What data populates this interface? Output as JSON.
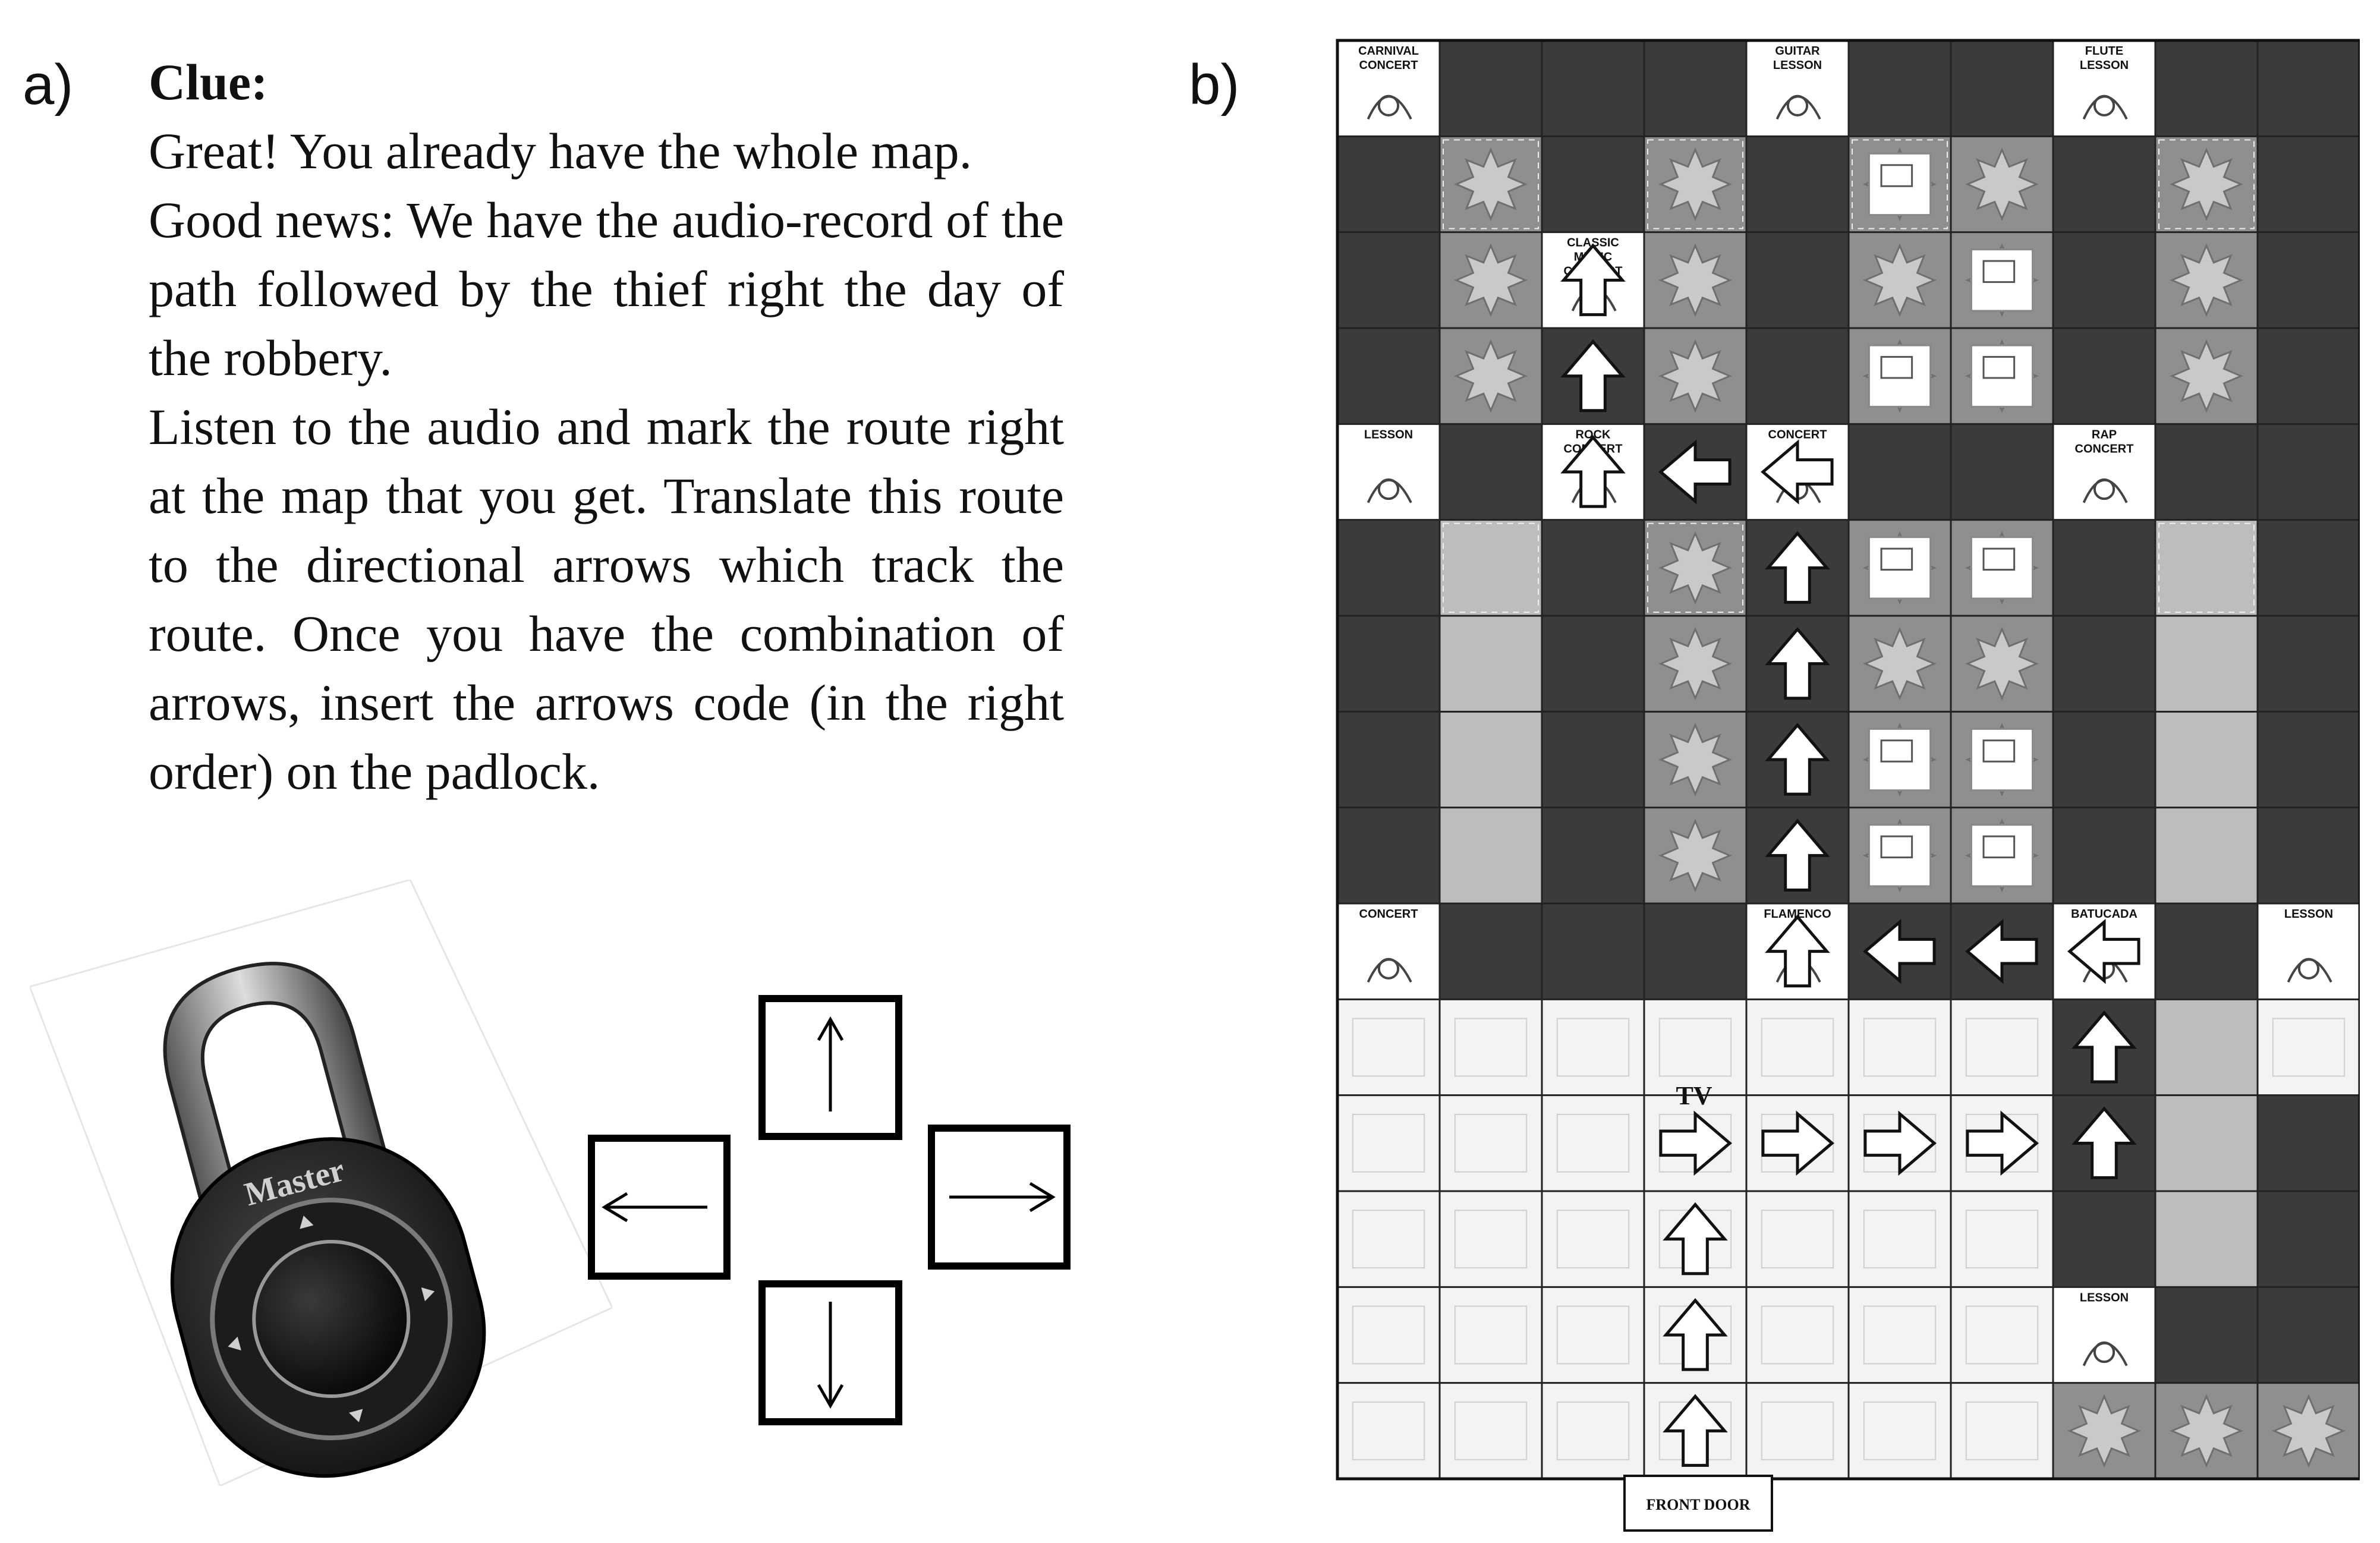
{
  "panel_a": {
    "label": "a)",
    "clue_title": "Clue:",
    "paragraphs": [
      "Great! You already have the whole map.",
      "Good news: We have the audio-record of the path followed by the thief right the day of the robbery.",
      "Listen to the audio and mark the route right at the map that you get. Translate this route to the directional arrows which  track the route. Once you have the combination of arrows, insert the arrows code (in the right order) on the padlock."
    ],
    "padlock_brand": "Master",
    "keypad_arrows": [
      "up",
      "left",
      "right",
      "down"
    ]
  },
  "panel_b": {
    "label": "b)",
    "rows": 15,
    "cols": 10,
    "room_labels": [
      {
        "id": "carnival",
        "row": 0,
        "col": 0,
        "lines": [
          "CARNIVAL",
          "CONCERT"
        ]
      },
      {
        "id": "guitar",
        "row": 0,
        "col": 4,
        "lines": [
          "GUITAR",
          "LESSON"
        ]
      },
      {
        "id": "flute",
        "row": 0,
        "col": 7,
        "lines": [
          "FLUTE",
          "LESSON"
        ]
      },
      {
        "id": "classic",
        "row": 2,
        "col": 2,
        "lines": [
          "CLASSIC",
          "MUSIC",
          "CONCERT"
        ]
      },
      {
        "id": "tuba",
        "row": 4,
        "col": 0,
        "lines": [
          "LESSON"
        ]
      },
      {
        "id": "rock",
        "row": 4,
        "col": 2,
        "lines": [
          "ROCK",
          "CONCERT"
        ]
      },
      {
        "id": "concert1",
        "row": 4,
        "col": 4,
        "lines": [
          "CONCERT"
        ]
      },
      {
        "id": "rap",
        "row": 4,
        "col": 7,
        "lines": [
          "RAP",
          "CONCERT"
        ]
      },
      {
        "id": "drums",
        "row": 9,
        "col": 0,
        "lines": [
          "CONCERT"
        ]
      },
      {
        "id": "flamenco",
        "row": 9,
        "col": 4,
        "lines": [
          "FLAMENCO"
        ]
      },
      {
        "id": "batucada",
        "row": 9,
        "col": 7,
        "lines": [
          "BATUCADA"
        ]
      },
      {
        "id": "violin",
        "row": 9,
        "col": 9,
        "lines": [
          "LESSON"
        ]
      },
      {
        "id": "piano",
        "row": 13,
        "col": 7,
        "lines": [
          "LESSON"
        ]
      }
    ],
    "tv_label": "TV",
    "front_door": "FRONT DOOR",
    "route": [
      {
        "row": 14,
        "col": 3,
        "dir": "up"
      },
      {
        "row": 13,
        "col": 3,
        "dir": "up"
      },
      {
        "row": 12,
        "col": 3,
        "dir": "up"
      },
      {
        "row": 11,
        "col": 3,
        "dir": "right"
      },
      {
        "row": 11,
        "col": 4,
        "dir": "right"
      },
      {
        "row": 11,
        "col": 5,
        "dir": "right"
      },
      {
        "row": 11,
        "col": 6,
        "dir": "right"
      },
      {
        "row": 11,
        "col": 7,
        "dir": "up"
      },
      {
        "row": 10,
        "col": 7,
        "dir": "up"
      },
      {
        "row": 9,
        "col": 7,
        "dir": "left"
      },
      {
        "row": 9,
        "col": 6,
        "dir": "left"
      },
      {
        "row": 9,
        "col": 5,
        "dir": "left"
      },
      {
        "row": 9,
        "col": 4,
        "dir": "up"
      },
      {
        "row": 8,
        "col": 4,
        "dir": "up"
      },
      {
        "row": 7,
        "col": 4,
        "dir": "up"
      },
      {
        "row": 6,
        "col": 4,
        "dir": "up"
      },
      {
        "row": 5,
        "col": 4,
        "dir": "up"
      },
      {
        "row": 4,
        "col": 4,
        "dir": "left"
      },
      {
        "row": 4,
        "col": 3,
        "dir": "left"
      },
      {
        "row": 4,
        "col": 2,
        "dir": "up"
      },
      {
        "row": 3,
        "col": 2,
        "dir": "up"
      },
      {
        "row": 2,
        "col": 2,
        "dir": "up"
      }
    ],
    "colors": {
      "dark": "#3b3b3b",
      "garden": "#8f8f8f",
      "building": "#bdbdbd",
      "room": "#ffffff",
      "line": "#222222"
    }
  }
}
